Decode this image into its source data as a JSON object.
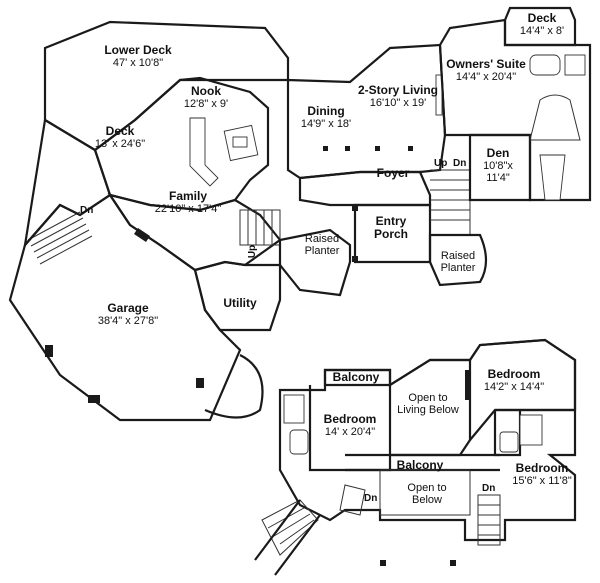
{
  "rooms": {
    "lower_deck": {
      "name": "Lower Deck",
      "dims": "47' x 10'8\""
    },
    "deck_main": {
      "name": "Deck",
      "dims": "13' x 24'6\""
    },
    "nook": {
      "name": "Nook",
      "dims": "12'8\" x 9'"
    },
    "family": {
      "name": "Family",
      "dims": "22'10\" x 17'4\""
    },
    "dining": {
      "name": "Dining",
      "dims": "14'9\" x 18'"
    },
    "living": {
      "name": "2-Story Living",
      "dims": "16'10\" x 19'"
    },
    "owners_suite": {
      "name": "Owners' Suite",
      "dims": "14'4\" x 20'4\""
    },
    "deck_owner": {
      "name": "Deck",
      "dims": "14'4\" x 8'"
    },
    "den": {
      "name": "Den",
      "dims": "10'8\"x 11'4\""
    },
    "foyer": {
      "name": "Foyer"
    },
    "entry_porch": {
      "name": "Entry Porch"
    },
    "raised_planter_left": {
      "name": "Raised Planter"
    },
    "raised_planter_right": {
      "name": "Raised Planter"
    },
    "utility": {
      "name": "Utility"
    },
    "garage": {
      "name": "Garage",
      "dims": "38'4\" x 27'8\""
    },
    "balcony_upper": {
      "name": "Balcony"
    },
    "bedroom_left": {
      "name": "Bedroom",
      "dims": "14' x 20'4\""
    },
    "open_living": {
      "name": "Open to Living Below"
    },
    "bedroom_top_right": {
      "name": "Bedroom",
      "dims": "14'2\" x 14'4\""
    },
    "balcony_mid": {
      "name": "Balcony"
    },
    "open_below": {
      "name": "Open to Below"
    },
    "bedroom_bottom_right": {
      "name": "Bedroom",
      "dims": "15'6\" x 11'8\""
    }
  },
  "stairs": {
    "dn_deck": "Dn",
    "up_family": "Up",
    "up_foyer": "Up",
    "dn_foyer": "Dn",
    "dn_upper_left": "Dn",
    "dn_upper_right": "Dn"
  }
}
